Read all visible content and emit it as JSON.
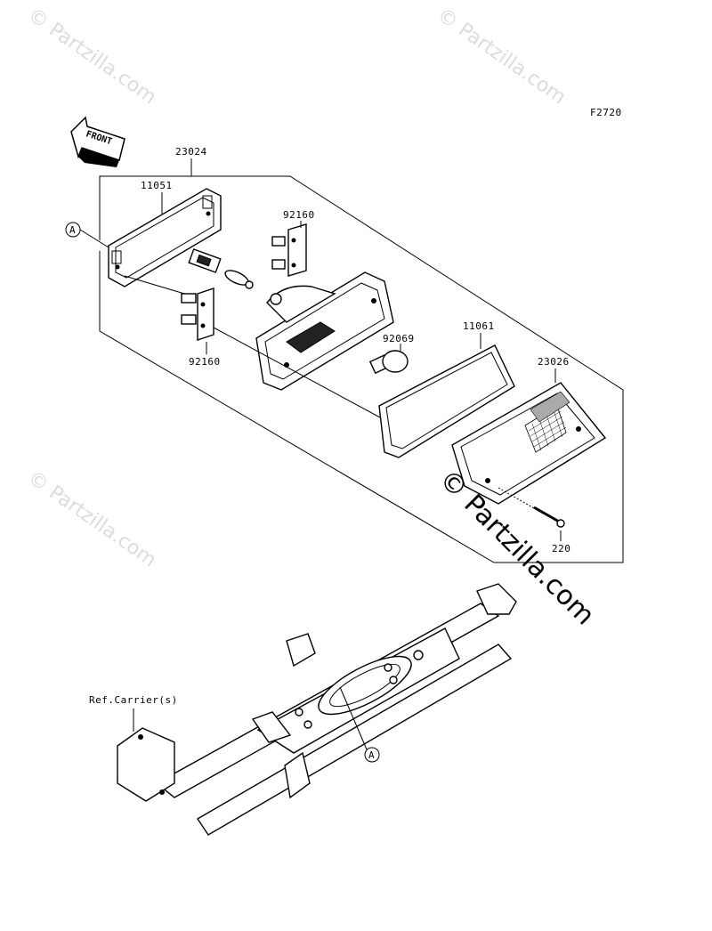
{
  "figure_code": "F2720",
  "front_label": "FRONT",
  "watermark": "© Partzilla.com",
  "callouts": {
    "assembly": "23024",
    "gasket_rear": "11051",
    "socket_top": "92160",
    "socket_bottom": "92160",
    "bulb": "92069",
    "gasket_lens": "11061",
    "lens": "23026",
    "screw": "220",
    "ref_marker_top": "A",
    "ref_marker_bottom": "A",
    "ref_carrier": "Ref.Carrier(s)"
  }
}
